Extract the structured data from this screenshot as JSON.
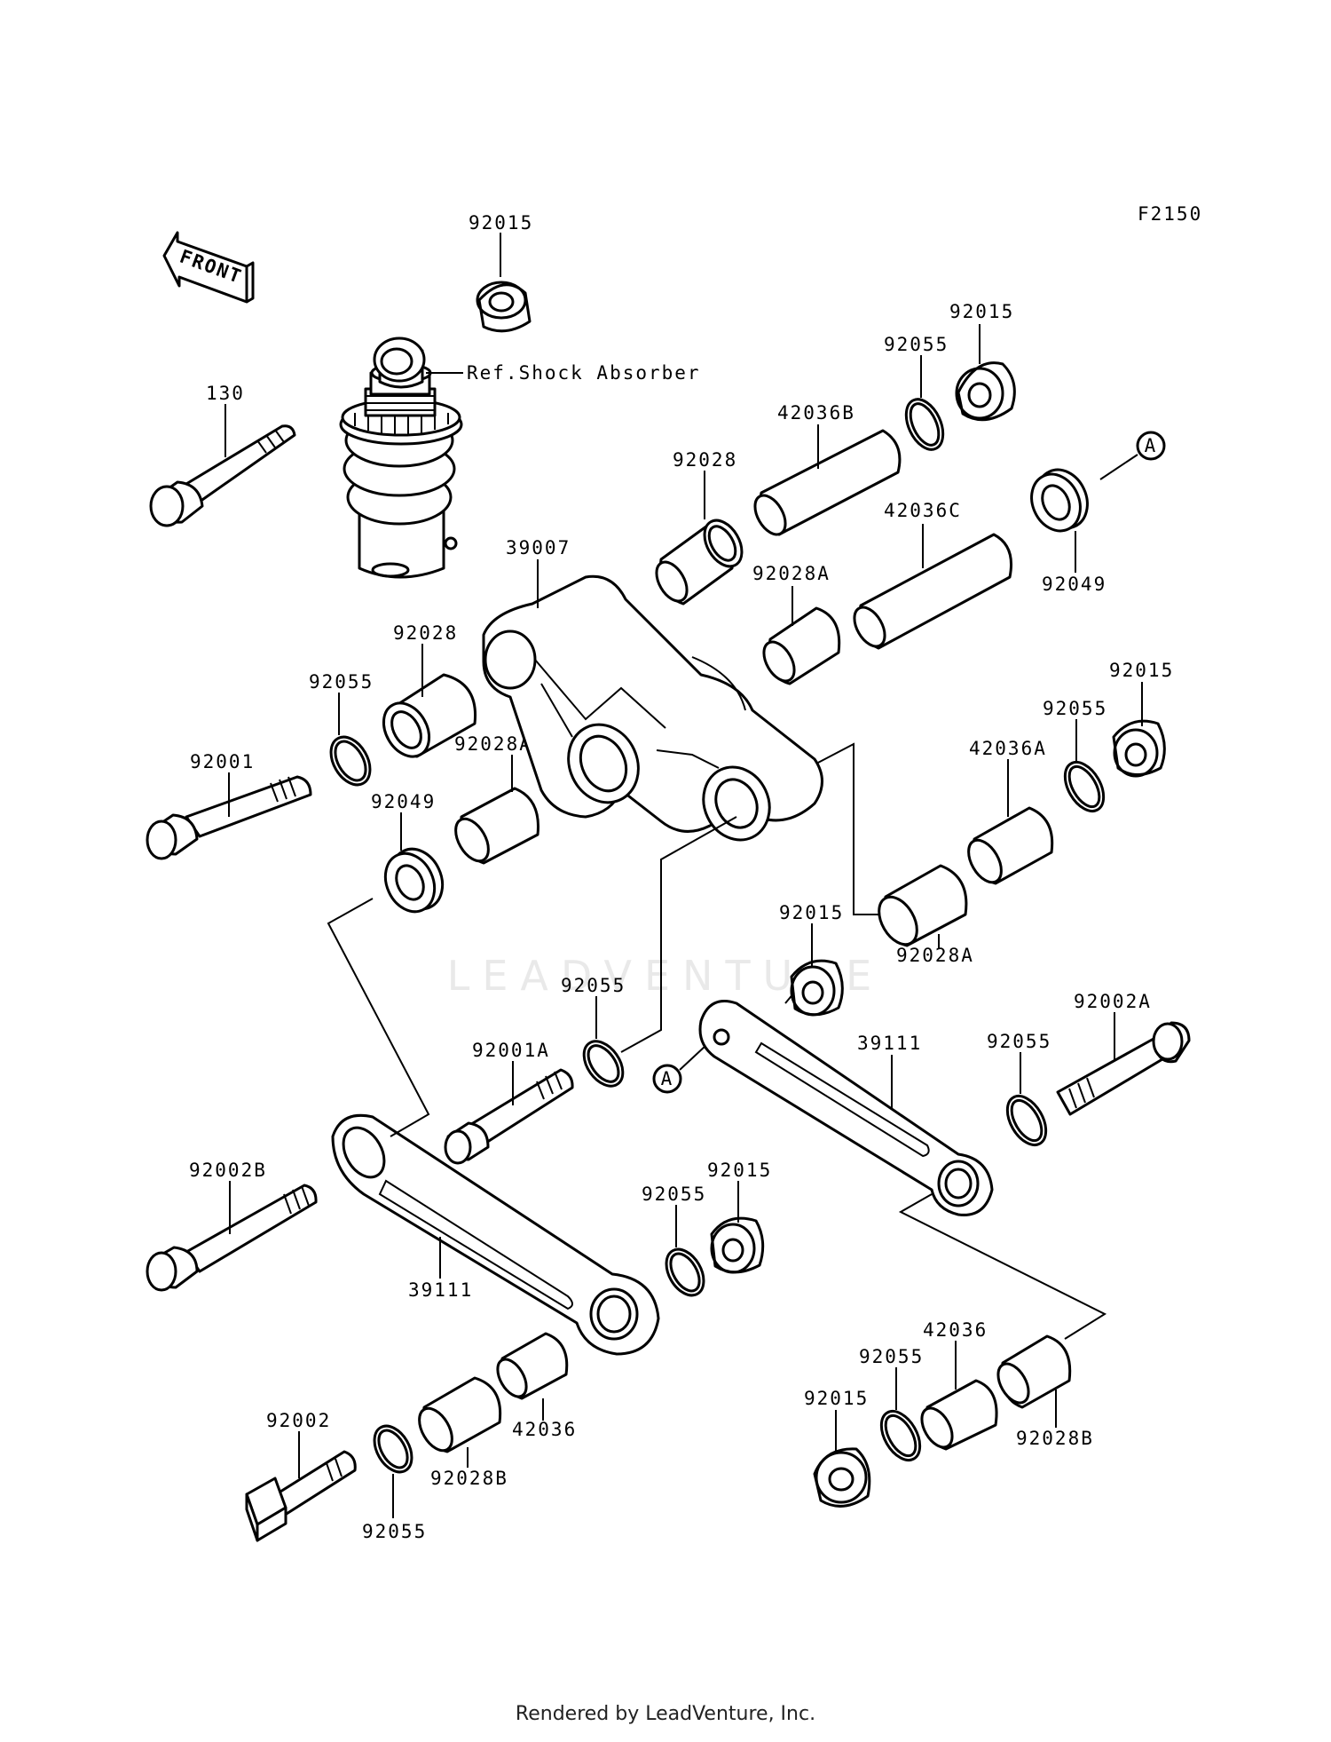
{
  "figure_code": "F2150",
  "front_arrow_text": "FRONT",
  "ref_note": "Ref.Shock Absorber",
  "watermark": "LEADVENTURE",
  "callout_marker": "A",
  "footer": "Rendered by LeadVenture, Inc.",
  "labels": {
    "nut_top": "92015",
    "bolt_130": "130",
    "ring_upper_right": "92055",
    "nut_upper_right": "92015",
    "sleeve_42036b": "42036B",
    "bush_92028_top": "92028",
    "sleeve_42036c": "42036C",
    "seal_92049_right": "92049",
    "rocker_39007": "39007",
    "bush_92028a_top": "92028A",
    "bush_92028_left": "92028",
    "ring_left": "92055",
    "bolt_92001": "92001",
    "bush_92028a_left": "92028A",
    "seal_92049_left": "92049",
    "nut_right_mid": "92015",
    "ring_right_mid": "92055",
    "sleeve_42036a": "42036A",
    "nut_center": "92015",
    "bush_92028a_right": "92028A",
    "bolt_92002a": "92002A",
    "ring_center": "92055",
    "rod_right_39111": "39111",
    "ring_right_low": "92055",
    "bolt_92001a": "92001A",
    "bolt_92002b": "92002B",
    "nut_low_center": "92015",
    "ring_low_center": "92055",
    "rod_left_39111": "39111",
    "sleeve_42036_right": "42036",
    "ring_low_right": "92055",
    "nut_low_right": "92015",
    "bush_92028b_right": "92028B",
    "bolt_92002": "92002",
    "sleeve_42036_left": "42036",
    "bush_92028b_left": "92028B",
    "ring_bottom": "92055"
  }
}
